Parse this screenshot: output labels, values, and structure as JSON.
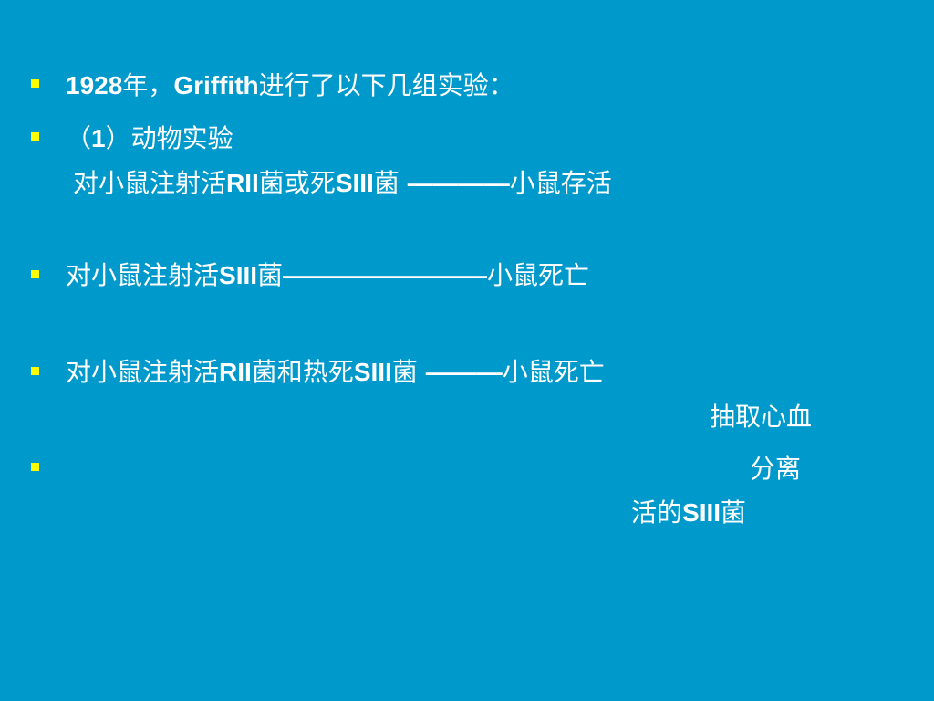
{
  "slide": {
    "bullet_color": "#ffff00",
    "background_color": "#0099cc",
    "lines": {
      "l1_year": "1928",
      "l1_nian": "年，",
      "l1_name": "Griffith",
      "l1_rest": "进行了以下几组实验：",
      "l2_a": "（",
      "l2_num": "1",
      "l2_b": "）动物实验",
      "l3_a": "对小鼠注射活",
      "l3_r2": "RII",
      "l3_b": "菌或死",
      "l3_s3": "SIII",
      "l3_c": "菌 ",
      "l3_dash": "————",
      "l3_d": "小鼠存活",
      "l4_a": "对小鼠注射活",
      "l4_s3": "SIII",
      "l4_b": "菌",
      "l4_dash": "————————",
      "l4_c": "小鼠死亡",
      "l5_a": "对小鼠注射活",
      "l5_r2": "RII",
      "l5_b": "菌和热死",
      "l5_s3": "SIII",
      "l5_c": "菌 ",
      "l5_dash": "———",
      "l5_d": "小鼠死亡",
      "l6": "抽取心血",
      "l7": "分离",
      "l8_a": "活的",
      "l8_s3": "SIII",
      "l8_b": "菌"
    }
  }
}
